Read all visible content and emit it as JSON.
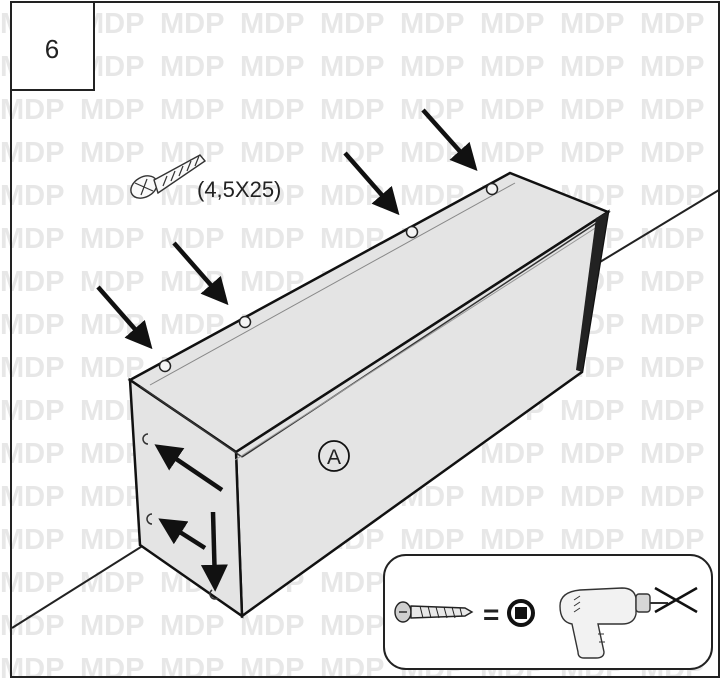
{
  "step": {
    "number": "6"
  },
  "screw": {
    "spec": "(4,5X25)",
    "icon": "screw-icon"
  },
  "panel": {
    "label": "A"
  },
  "watermark": {
    "text": "MDP"
  },
  "tool_hint": {
    "equals": "=",
    "bit_icon": "square-bit-icon",
    "screw_icon": "screw-icon",
    "drill_icon": "power-drill-icon",
    "prohibited_icon": "cross-icon"
  }
}
